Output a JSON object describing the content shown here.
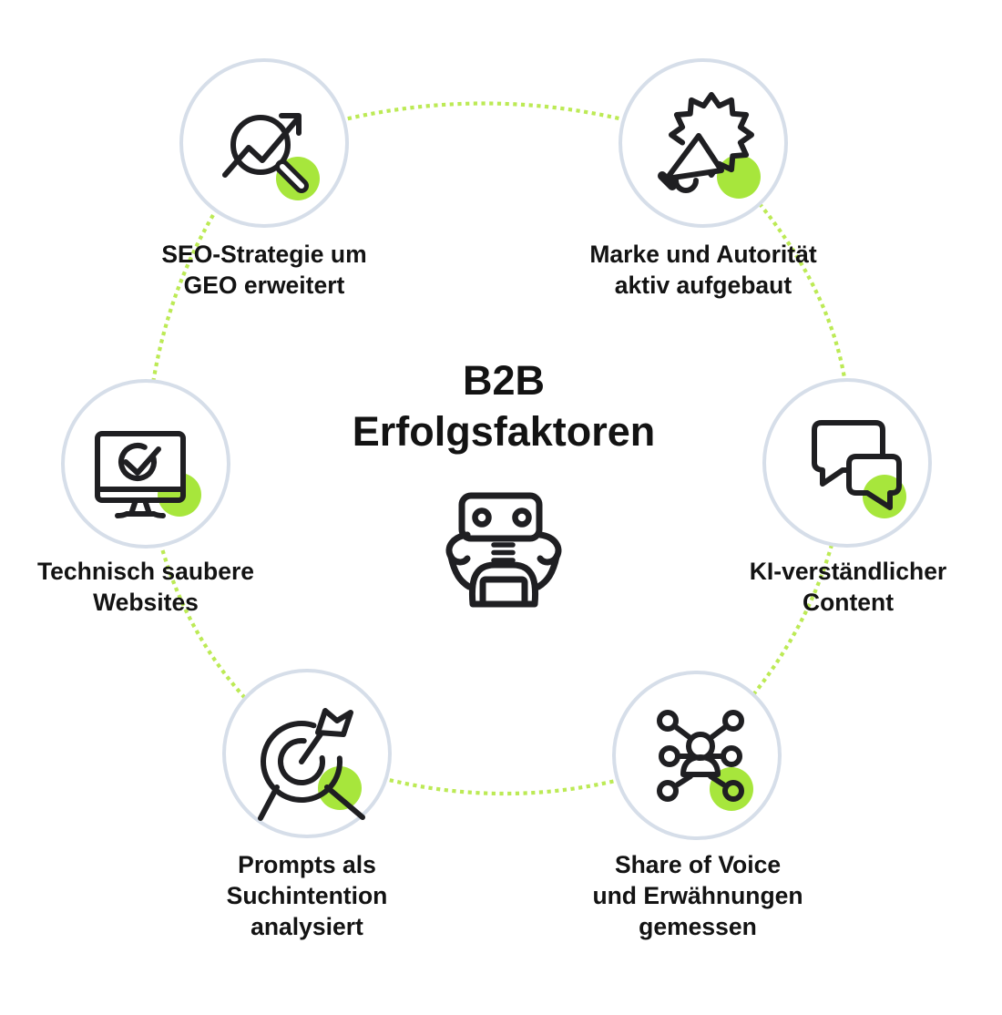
{
  "title": {
    "line1": "B2B",
    "line2": "Erfolgsfaktoren"
  },
  "center_icon": "robot-icon",
  "nodes": [
    {
      "id": "seo-geo",
      "icon": "chart-magnifier-icon",
      "lines": [
        "SEO-Strategie um",
        "GEO erweitert",
        ""
      ]
    },
    {
      "id": "brand-authority",
      "icon": "megaphone-badge-icon",
      "lines": [
        "Marke und Autorität",
        "aktiv aufgebaut",
        ""
      ]
    },
    {
      "id": "ai-content",
      "icon": "chat-bubbles-icon",
      "lines": [
        "KI-verständlicher",
        "Content",
        ""
      ]
    },
    {
      "id": "clean-websites",
      "icon": "monitor-check-icon",
      "lines": [
        "Technisch saubere",
        "Websites",
        ""
      ]
    },
    {
      "id": "prompts-intent",
      "icon": "target-arrow-icon",
      "lines": [
        "Prompts als",
        "Suchintention",
        "analysiert"
      ]
    },
    {
      "id": "share-of-voice",
      "icon": "person-network-icon",
      "lines": [
        "Share of Voice",
        "und Erwähnungen",
        "gemessen"
      ]
    }
  ],
  "colors": {
    "accent_green": "#a7e63c",
    "dotted_line": "#bcea55",
    "circle_border": "#d6dee9",
    "icon_stroke": "#1f1f22",
    "text": "#131313",
    "background": "#ffffff"
  }
}
